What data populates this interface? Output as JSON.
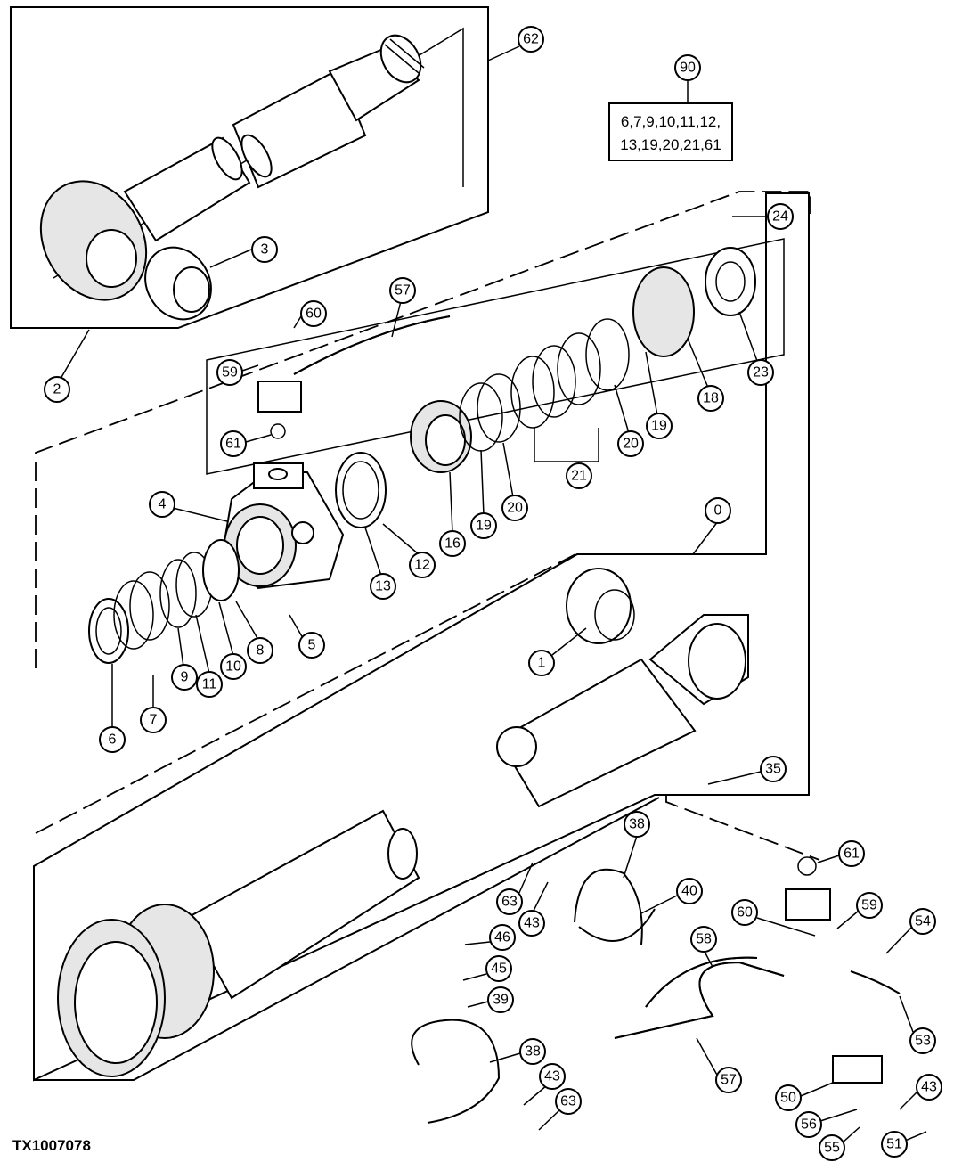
{
  "figure_id": "TX1007078",
  "kit_box": {
    "number": "90",
    "line1": "6,7,9,10,11,12,",
    "line2": "13,19,20,21,61"
  },
  "callouts": {
    "c0": "0",
    "c1": "1",
    "c2": "2",
    "c3": "3",
    "c4": "4",
    "c5": "5",
    "c6": "6",
    "c7": "7",
    "c8": "8",
    "c9": "9",
    "c10": "10",
    "c11": "11",
    "c12": "12",
    "c13": "13",
    "c16": "16",
    "c18": "18",
    "c19a": "19",
    "c19b": "19",
    "c20a": "20",
    "c20b": "20",
    "c21": "21",
    "c23": "23",
    "c24": "24",
    "c35": "35",
    "c38a": "38",
    "c38b": "38",
    "c39": "39",
    "c40": "40",
    "c43a": "43",
    "c43b": "43",
    "c43c": "43",
    "c45": "45",
    "c46": "46",
    "c50": "50",
    "c51": "51",
    "c53": "53",
    "c54": "54",
    "c55": "55",
    "c56": "56",
    "c57a": "57",
    "c57b": "57",
    "c58": "58",
    "c59a": "59",
    "c59b": "59",
    "c60a": "60",
    "c60b": "60",
    "c61a": "61",
    "c61b": "61",
    "c62": "62",
    "c63a": "63",
    "c63b": "63"
  }
}
